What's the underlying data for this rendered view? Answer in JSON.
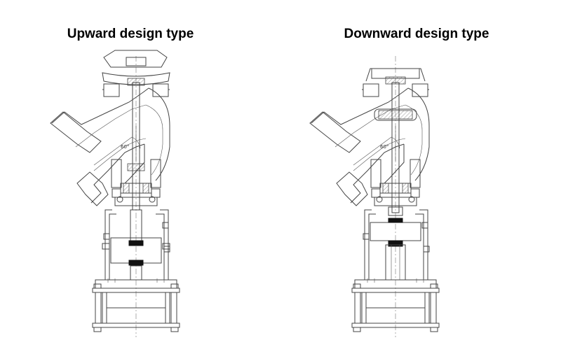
{
  "titles": {
    "left": "Upward design type",
    "right": "Downward design type"
  },
  "drawings": [
    {
      "id": "upward",
      "stem_direction": "up"
    },
    {
      "id": "downward",
      "stem_direction": "down"
    }
  ],
  "annotations": {
    "angle_label": "60°"
  },
  "colors": {
    "line": "#444444",
    "background": "#ffffff",
    "text": "#000000"
  }
}
